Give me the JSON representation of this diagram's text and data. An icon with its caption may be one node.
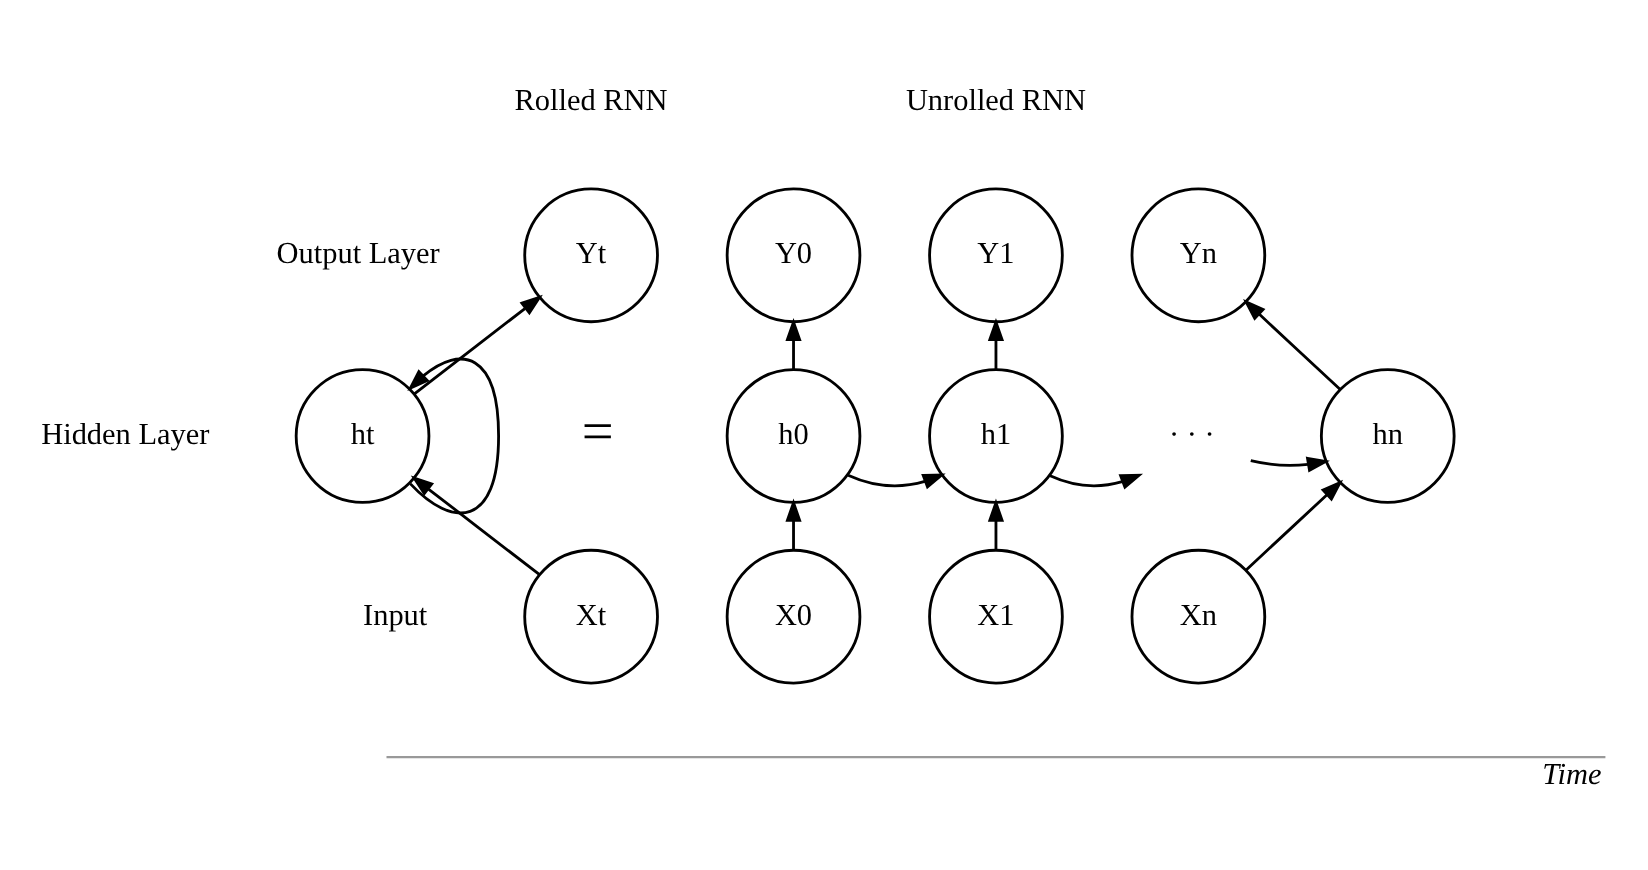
{
  "diagram": {
    "nodes": [
      {
        "text": [
          "Yt"
        ]
      },
      {
        "text": [
          "ht"
        ]
      },
      {
        "text": [
          "Xt"
        ]
      },
      {
        "text": [
          "Y0"
        ]
      },
      {
        "text": [
          "h0"
        ]
      },
      {
        "text": [
          "X0"
        ]
      },
      {
        "text": [
          "Y1"
        ]
      },
      {
        "text": [
          "h1"
        ]
      },
      {
        "text": [
          "X1"
        ]
      },
      {
        "text": [
          "· · ·"
        ]
      },
      {
        "text": [
          "Yn"
        ]
      },
      {
        "text": [
          "hn"
        ]
      },
      {
        "text": [
          "Xn"
        ]
      }
    ],
    "edges": [
      {
        "from": 2,
        "to": 1,
        "arrow": "to"
      },
      {
        "from": 1,
        "to": 0,
        "arrow": "to"
      },
      {
        "from": 1,
        "to": 1,
        "arrow": "to"
      },
      {
        "from": 5,
        "to": 4,
        "arrow": "to"
      },
      {
        "from": 4,
        "to": 3,
        "arrow": "to"
      },
      {
        "from": 4,
        "to": 7,
        "arrow": "to"
      },
      {
        "from": 8,
        "to": 7,
        "arrow": "to"
      },
      {
        "from": 7,
        "to": 6,
        "arrow": "to"
      },
      {
        "from": 7,
        "to": 9,
        "arrow": "to"
      },
      {
        "from": 9,
        "to": 11,
        "arrow": "to"
      },
      {
        "from": 12,
        "to": 11,
        "arrow": "to"
      },
      {
        "from": 11,
        "to": 10,
        "arrow": "to"
      }
    ],
    "labels": [
      "Rolled RNN",
      "Unrolled RNN",
      "Output Layer",
      "Hidden Layer",
      "=",
      "Input",
      "Time"
    ]
  }
}
